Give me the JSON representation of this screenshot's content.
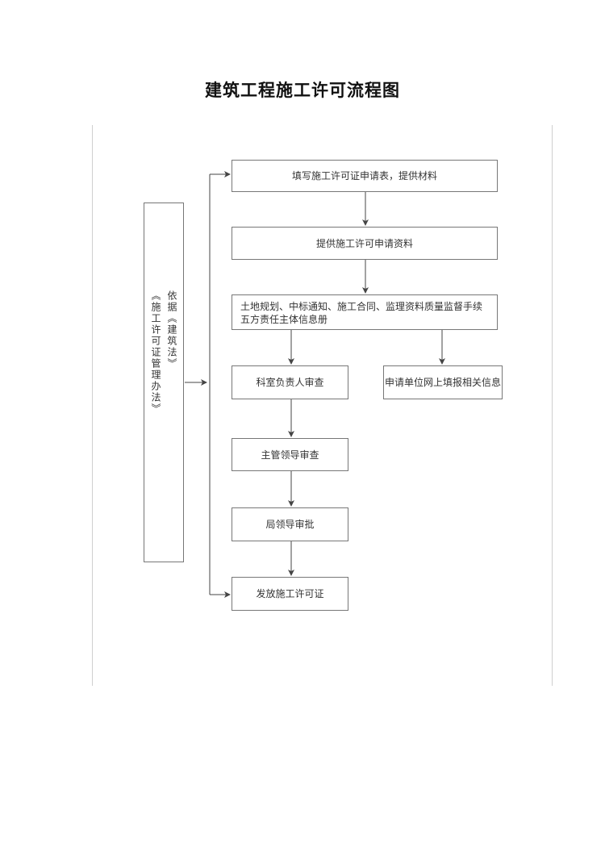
{
  "title": "建筑工程施工许可流程图",
  "basis": {
    "col1": "依据《建筑法》",
    "col2": "《施工许可证管理办法》"
  },
  "steps": {
    "apply": "填写施工许可证申请表，提供材料",
    "provide": "提供施工许可申请资料",
    "docs_line1": "土地规划、中标通知、施工合同、监理资料质量监督手续",
    "docs_line2": "五方责任主体信息册",
    "section_review": "科室负责人审查",
    "online_fill": "申请单位网上填报相关信息",
    "director_review": "主管领导审查",
    "bureau_approve": "局领导审批",
    "issue": "发放施工许可证"
  },
  "colors": {
    "border": "#777777",
    "arrow": "#444444",
    "margin_line": "#cfcfcf"
  }
}
